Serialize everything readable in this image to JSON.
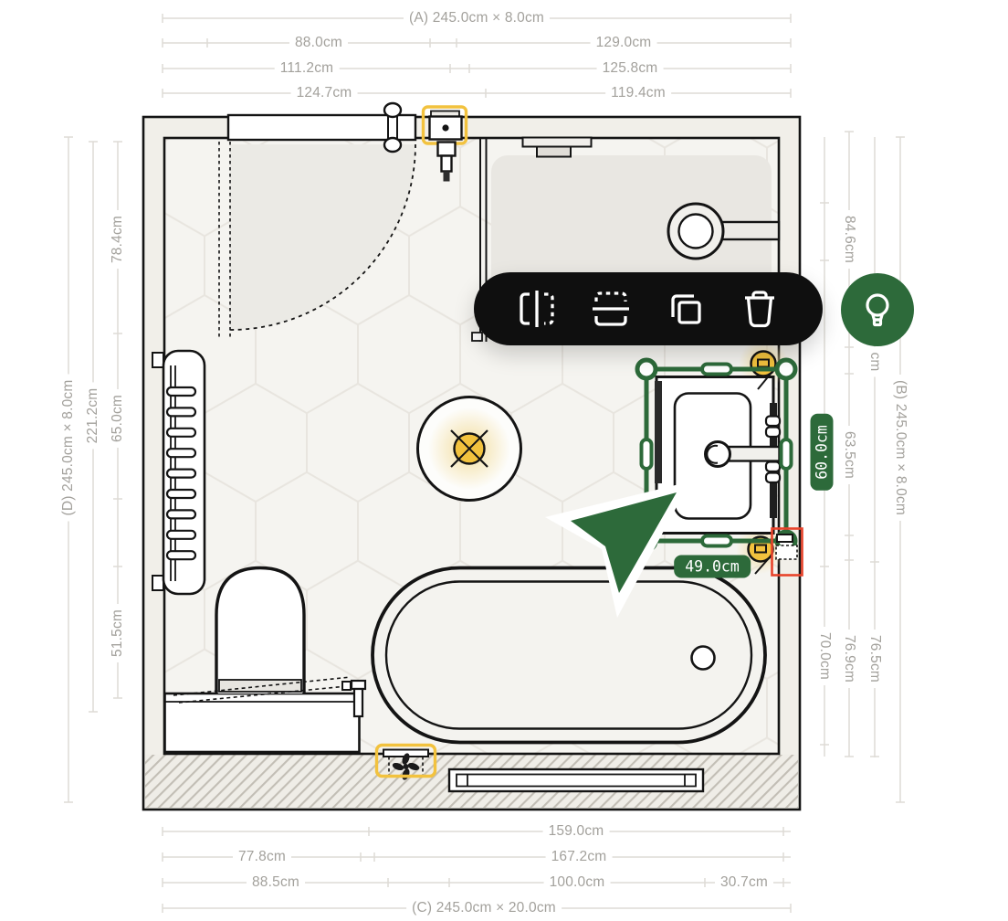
{
  "dims": {
    "wall_a": "(A) 245.0cm × 8.0cm",
    "wall_b": "(B) 245.0cm × 8.0cm",
    "wall_c": "(C) 245.0cm × 20.0cm",
    "wall_d": "(D) 245.0cm × 8.0cm",
    "top": {
      "r2a": "88.0cm",
      "r2b": "129.0cm",
      "r3a": "111.2cm",
      "r3b": "125.8cm",
      "r4a": "124.7cm",
      "r4b": "119.4cm"
    },
    "bottom": {
      "r1": "159.0cm",
      "r2a": "77.8cm",
      "r2b": "167.2cm",
      "r3a": "88.5cm",
      "r3b": "100.0cm",
      "r3c": "30.7cm"
    },
    "left": {
      "c2": "221.2cm",
      "c3a": "78.4cm",
      "c3b": "65.0cm",
      "c3c": "51.5cm"
    },
    "right": {
      "c1a": "70.0cm",
      "c2a": "84.6cm",
      "c2b": "63.5cm",
      "c2c": "76.9cm",
      "c3a": "cm",
      "c3b": "76.5cm"
    }
  },
  "selection": {
    "width_label": "60.0cm",
    "distance_label": "49.0cm"
  },
  "toolbar": {
    "buttons": [
      {
        "name": "flip-horizontal"
      },
      {
        "name": "flip-vertical"
      },
      {
        "name": "duplicate"
      },
      {
        "name": "delete"
      }
    ]
  },
  "hint_button": {
    "icon": "lightbulb"
  },
  "fixtures": [
    "door",
    "shower",
    "rain-shower-head",
    "towel-radiator",
    "toilet",
    "bathtub",
    "vanity-sink",
    "ceiling-light",
    "wall-light",
    "extractor-fan",
    "wall-switch",
    "trench-vent",
    "tub-filler"
  ],
  "colors": {
    "accent_green": "#2d6a3a",
    "highlight_yellow": "#f2c23e",
    "alert_red": "#e8432b",
    "toolbar_bg": "#0f0f0f",
    "dim_text": "#a3a19c"
  }
}
